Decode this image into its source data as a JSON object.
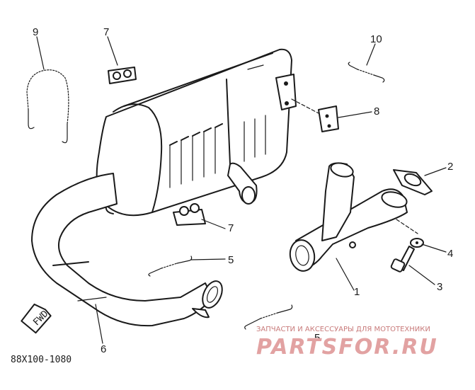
{
  "diagram": {
    "drawing_code": "88X100-1080",
    "fwd_label": "FWD",
    "callouts": [
      "1",
      "2",
      "3",
      "4",
      "5",
      "5",
      "6",
      "7",
      "7",
      "8",
      "9",
      "10"
    ]
  },
  "watermark": {
    "subtitle": "ЗАПЧАСТИ И АКСЕССУАРЫ ДЛЯ МОТОТЕХНИКИ",
    "brand": "PARTSFOR.RU"
  }
}
